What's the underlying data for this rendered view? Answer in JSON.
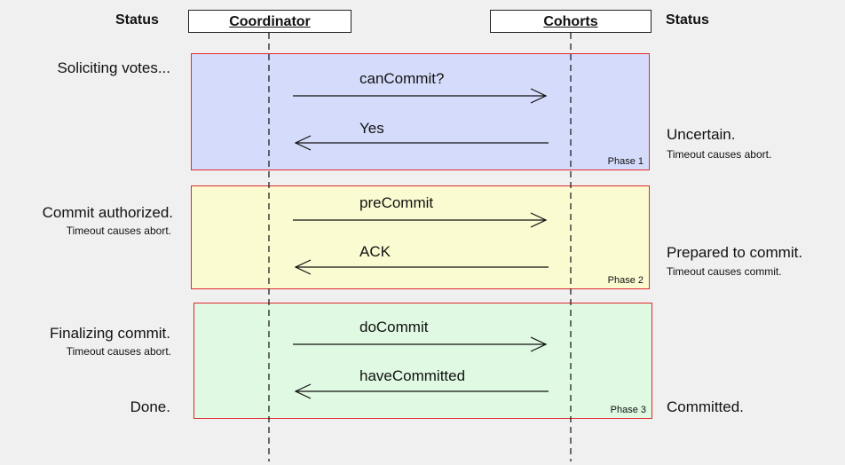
{
  "headers": {
    "left_status": "Status",
    "coordinator": "Coordinator",
    "cohorts": "Cohorts",
    "right_status": "Status"
  },
  "phases": [
    {
      "label": "Phase 1",
      "color": "#d5dcfb",
      "messages": [
        {
          "text": "canCommit?",
          "direction": "to-cohorts"
        },
        {
          "text": "Yes",
          "direction": "to-coordinator"
        }
      ],
      "left_status": [
        {
          "text": "Soliciting votes...",
          "size": "big"
        }
      ],
      "right_status": [
        {
          "text": "Uncertain.",
          "size": "big"
        },
        {
          "text": "Timeout causes abort.",
          "size": "small"
        }
      ]
    },
    {
      "label": "Phase 2",
      "color": "#fbfbd2",
      "messages": [
        {
          "text": "preCommit",
          "direction": "to-cohorts"
        },
        {
          "text": "ACK",
          "direction": "to-coordinator"
        }
      ],
      "left_status": [
        {
          "text": "Commit authorized.",
          "size": "big"
        },
        {
          "text": "Timeout causes abort.",
          "size": "small"
        }
      ],
      "right_status": [
        {
          "text": "Prepared to commit.",
          "size": "big"
        },
        {
          "text": "Timeout causes commit.",
          "size": "small"
        }
      ]
    },
    {
      "label": "Phase 3",
      "color": "#dff9e2",
      "messages": [
        {
          "text": "doCommit",
          "direction": "to-cohorts"
        },
        {
          "text": "haveCommitted",
          "direction": "to-coordinator"
        }
      ],
      "left_status": [
        {
          "text": "Finalizing commit.",
          "size": "big"
        },
        {
          "text": "Timeout causes abort.",
          "size": "small"
        },
        {
          "text": "Done.",
          "size": "big"
        }
      ],
      "right_status": [
        {
          "text": "Committed.",
          "size": "big"
        }
      ]
    }
  ]
}
